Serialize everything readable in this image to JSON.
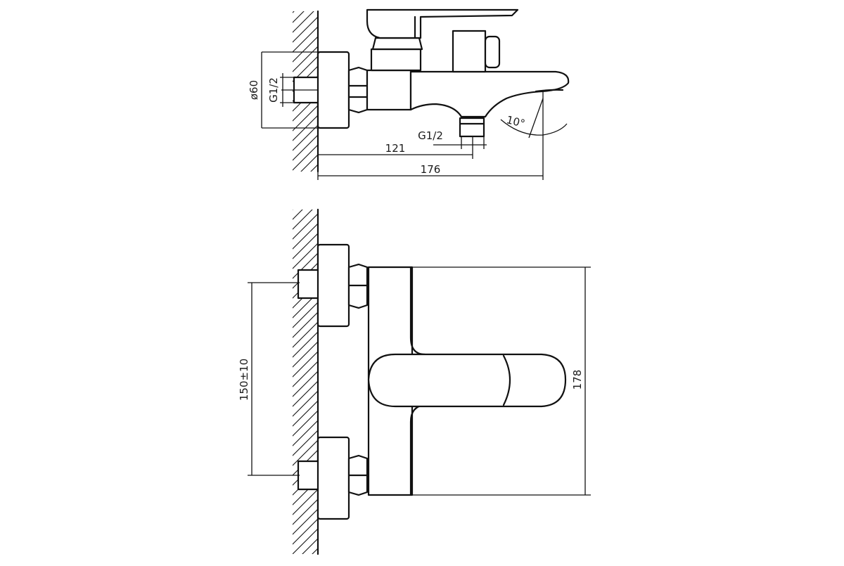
{
  "diagram": {
    "labels": {
      "flange_diameter": "ø60",
      "inlet_thread": "G1/2",
      "outlet_thread": "G1/2",
      "outlet_distance": "121",
      "total_depth": "176",
      "spout_angle": "10°",
      "inlet_spacing": "150±10",
      "body_height": "178"
    }
  }
}
